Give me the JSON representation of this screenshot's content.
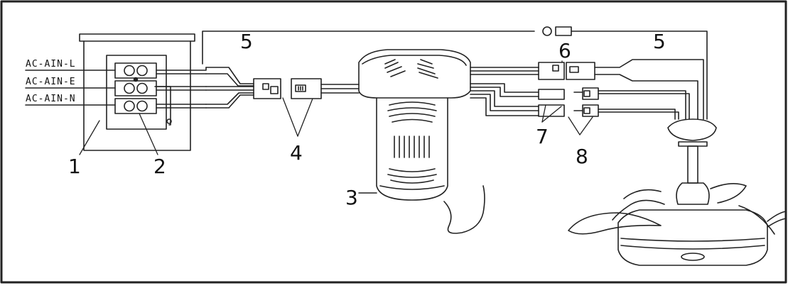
{
  "diagram": {
    "supply_labels": {
      "live": "AC-AIN-L",
      "earth": "AC-AIN-E",
      "neutral": "AC-AIN-N"
    },
    "callouts": {
      "c1": "1",
      "c2": "2",
      "c3": "3",
      "c4": "4",
      "c5_left": "5",
      "c5_right": "5",
      "c6": "6",
      "c7": "7",
      "c8": "8"
    },
    "colors": {
      "line": "#222222",
      "background": "#ffffff"
    }
  }
}
